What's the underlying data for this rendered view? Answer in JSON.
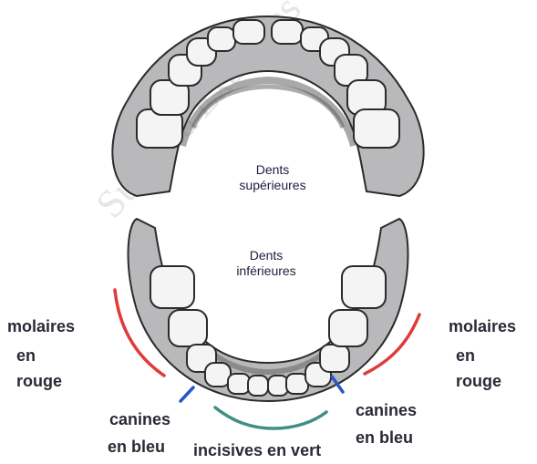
{
  "watermark": "Sujets d'Examens",
  "upper_jaw": {
    "line1": "Dents",
    "line2": "supérieures"
  },
  "lower_jaw": {
    "line1": "Dents",
    "line2": "inférieures"
  },
  "labels": {
    "molaires_left": {
      "line1": "molaires",
      "line2": "en",
      "line3": "rouge"
    },
    "molaires_right": {
      "line1": "molaires",
      "line2": "en",
      "line3": "rouge"
    },
    "canines_left": {
      "line1": "canines",
      "line2": "en bleu"
    },
    "canines_right": {
      "line1": "canines",
      "line2": "en bleu"
    },
    "incisives": "incisives en vert"
  },
  "colors": {
    "molaires": "#e03a3a",
    "canines": "#2b55c8",
    "incisives": "#3f8f86",
    "gum": "#b9b8ba",
    "outline": "#2b2b2b",
    "tooth": "#f4f4f4"
  }
}
